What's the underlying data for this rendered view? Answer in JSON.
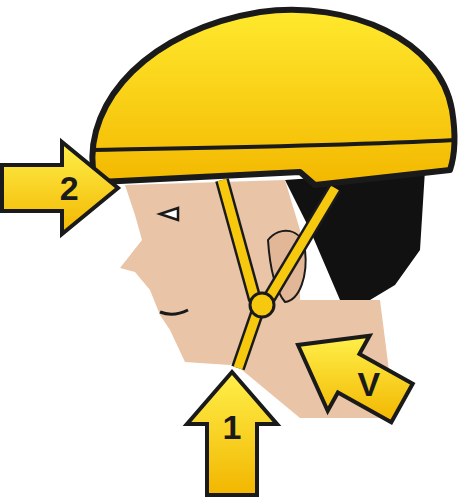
{
  "diagram": {
    "nodes": [
      {
        "text": [
          "2"
        ]
      },
      {
        "text": [
          "V"
        ]
      },
      {
        "text": [
          "1"
        ]
      }
    ]
  }
}
